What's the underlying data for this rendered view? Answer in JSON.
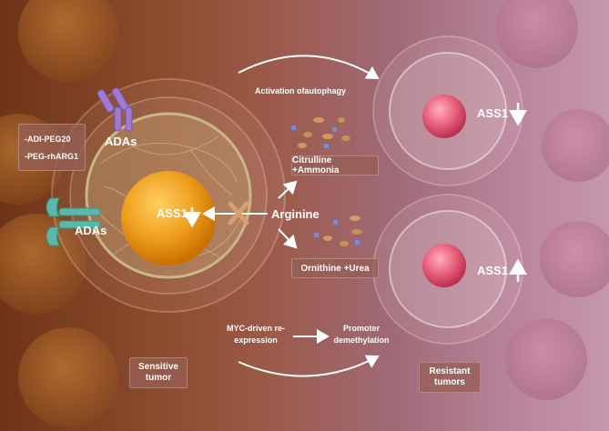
{
  "drugs": {
    "line1": "-ADI-PEG20",
    "line2": "-PEG-rhARG1"
  },
  "labels": {
    "adas_top": "ADAs",
    "adas_left": "ADAs",
    "ass1_sensitive": "ASS1",
    "arginine": "Arginine",
    "citrulline": "Citrulline +Ammonia",
    "ornithine": "Ornithine +Urea",
    "autophagy": "Activation ofautophagy",
    "ass1_top": "ASS1",
    "ass1_bottom": "ASS1",
    "myc_line1": "MYC-driven re-",
    "myc_line2": "expression",
    "promoter_line1": "Promoter",
    "promoter_line2": "demethylation",
    "sensitive_line1": "Sensitive",
    "sensitive_line2": "tumor",
    "resistant_line1": "Resistant",
    "resistant_line2": "tumors"
  },
  "colors": {
    "nucleus": "#f0a020",
    "resistant_nucleus": "#e8607a",
    "adas_purple": "#a07ad0",
    "adas_teal": "#5ab8a8",
    "inhibit_x": "#d8a070"
  }
}
